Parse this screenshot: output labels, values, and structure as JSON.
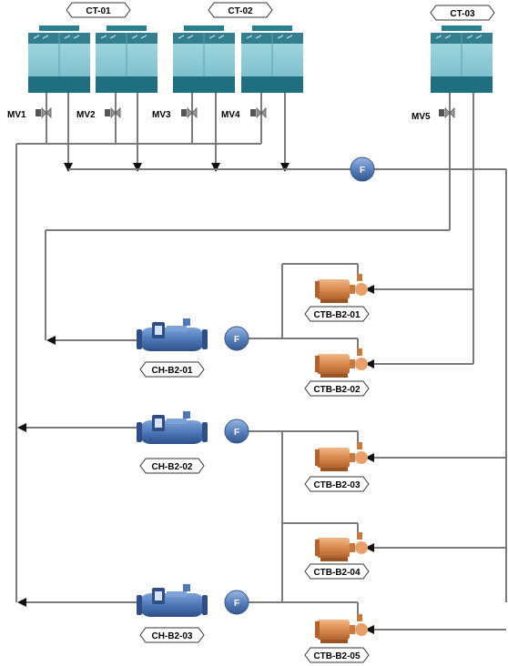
{
  "cooling_towers": [
    {
      "id": "ct01",
      "label": "CT-01"
    },
    {
      "id": "ct02",
      "label": "CT-02"
    },
    {
      "id": "ct03",
      "label": "CT-03"
    }
  ],
  "valves": [
    {
      "id": "mv1",
      "label": "MV1"
    },
    {
      "id": "mv2",
      "label": "MV2"
    },
    {
      "id": "mv3",
      "label": "MV3"
    },
    {
      "id": "mv4",
      "label": "MV4"
    },
    {
      "id": "mv5",
      "label": "MV5"
    }
  ],
  "chillers": [
    {
      "id": "chb201",
      "label": "CH-B2-01"
    },
    {
      "id": "chb202",
      "label": "CH-B2-02"
    },
    {
      "id": "chb203",
      "label": "CH-B2-03"
    }
  ],
  "pumps": [
    {
      "id": "ctb201",
      "label": "CTB-B2-01"
    },
    {
      "id": "ctb202",
      "label": "CTB-B2-02"
    },
    {
      "id": "ctb203",
      "label": "CTB-B2-03"
    },
    {
      "id": "ctb204",
      "label": "CTB-B2-04"
    },
    {
      "id": "ctb205",
      "label": "CTB-B2-05"
    }
  ],
  "flow_meter_label": "F",
  "colors": {
    "pipe": "#7b7b7b",
    "tower_top": "#2a7f8e",
    "tower_body": "#8fcbd5",
    "tower_base": "#1f6f80",
    "chiller": "#4f78b8",
    "pump": "#d98a4e",
    "flow_meter": "#5a82bd"
  }
}
